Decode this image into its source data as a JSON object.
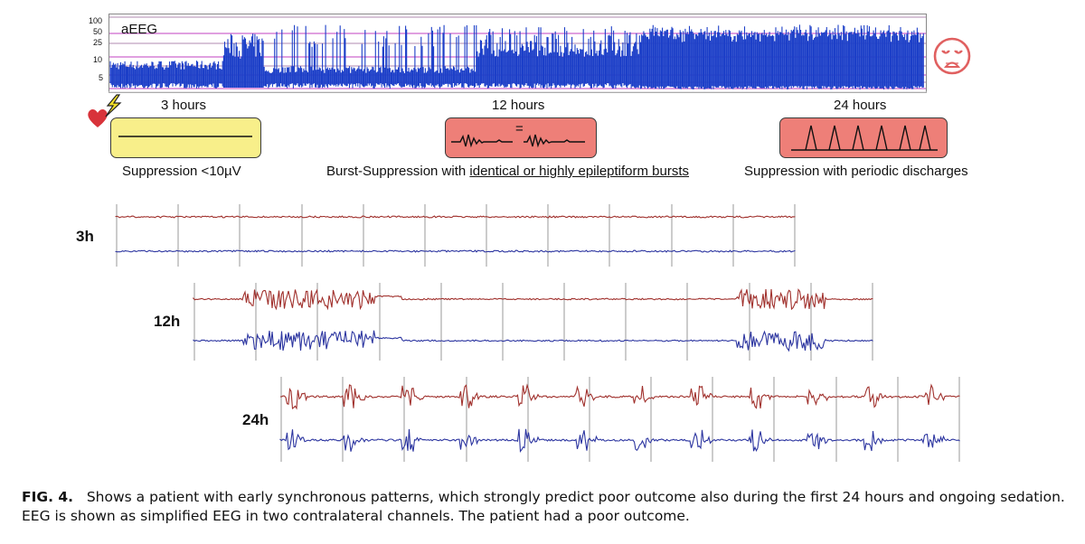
{
  "aeeg": {
    "label": "aEEG",
    "y_ticks": [
      "100",
      "50",
      "25",
      "10",
      "5"
    ],
    "time_labels": [
      "3 hours",
      "12 hours",
      "24 hours"
    ]
  },
  "patterns": [
    {
      "text": "Suppression <10µV",
      "color": "#f8ef8a"
    },
    {
      "text_before": "Burst-Suppression with ",
      "text_underlined": "identical or highly epileptiform bursts",
      "equal_sign": "=",
      "color": "#ee7f78"
    },
    {
      "text": "Suppression with periodic discharges",
      "color": "#ee7f78"
    }
  ],
  "eeg_rows": [
    {
      "label": "3h"
    },
    {
      "label": "12h"
    },
    {
      "label": "24h"
    }
  ],
  "colors": {
    "aeeg_trace": "#1c3fc8",
    "grid_magenta": "#c040c0",
    "channel_red": "#a0302c",
    "channel_blue": "#2c35a0",
    "emoji": "#e06060"
  },
  "icons": [
    "heart-icon",
    "lightning-icon",
    "sad-face-icon"
  ],
  "caption": {
    "fig": "FIG. 4.",
    "text": "Shows a patient with early synchronous patterns, which strongly predict poor outcome also during the first 24 hours and ongoing sedation. EEG is shown as simplified EEG in two contralateral channels. The patient had a poor outcome."
  }
}
